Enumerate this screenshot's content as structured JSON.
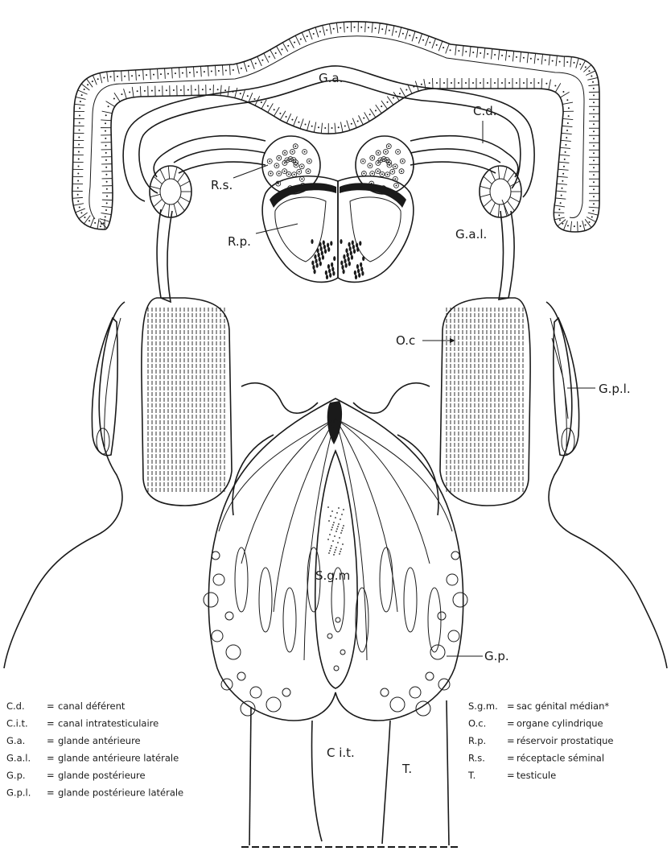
{
  "labels": {
    "ga": "G.a.",
    "cd": "C.d.",
    "rs": "R.s.",
    "rp": "R.p.",
    "gal": "G.a.l.",
    "oc": "O.c",
    "gpl": "G.p.l.",
    "sgm": "S.g.m",
    "gp": "G.p.",
    "cit": "C i.t.",
    "t": "T."
  },
  "legend_left": [
    {
      "abbr": "C.d.",
      "eq": "=",
      "text": "canal   déférent"
    },
    {
      "abbr": "C.i.t.",
      "eq": "=",
      "text": "canal   intratesticulaire"
    },
    {
      "abbr": "G.a.",
      "eq": "=",
      "text": "glande   antérieure"
    },
    {
      "abbr": "G.a.l.",
      "eq": "=",
      "text": "glande   antérieure   latérale"
    },
    {
      "abbr": "G.p.",
      "eq": "=",
      "text": "glande   postérieure"
    },
    {
      "abbr": "G.p.l.",
      "eq": "=",
      "text": "glande   postérieure   latérale"
    }
  ],
  "legend_right": [
    {
      "abbr": "S.g.m.",
      "eq": "=",
      "text": "sac  génital  médian*"
    },
    {
      "abbr": "O.c.",
      "eq": "=",
      "text": "organe   cylindrique"
    },
    {
      "abbr": "R.p.",
      "eq": "=",
      "text": "réservoir  prostatique"
    },
    {
      "abbr": "R.s.",
      "eq": "=",
      "text": "réceptacle   séminal"
    },
    {
      "abbr": "T.",
      "eq": "=",
      "text": "testicule"
    }
  ],
  "colors": {
    "ink": "#1a1a1a",
    "paper": "#ffffff"
  }
}
